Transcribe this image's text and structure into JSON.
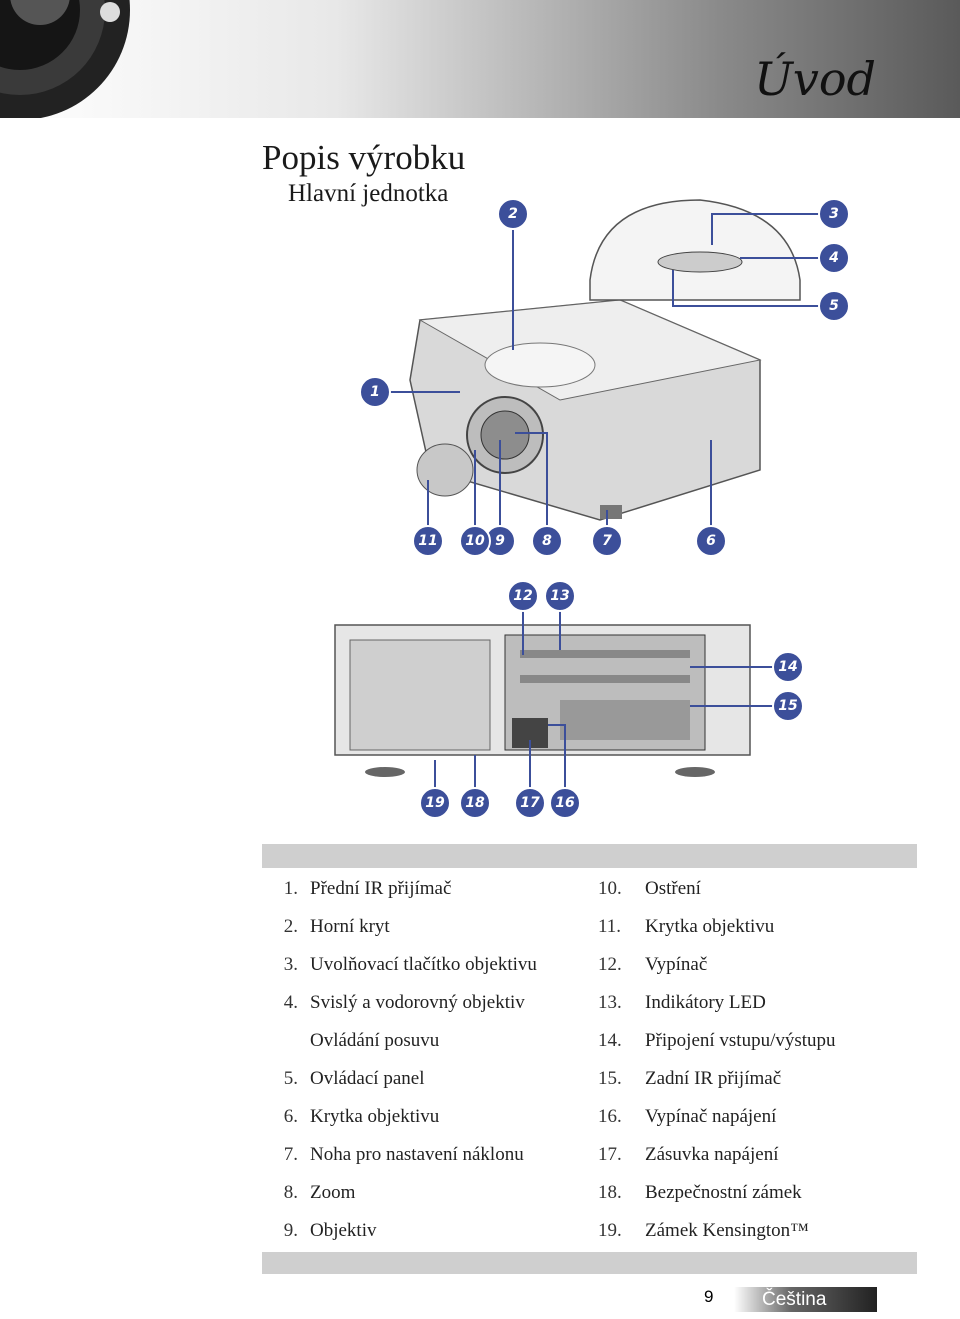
{
  "header": {
    "section_title": "Úvod"
  },
  "page": {
    "title": "Popis výrobku",
    "subtitle": "Hlavní jednotka"
  },
  "callouts_top": [
    "1",
    "2",
    "3",
    "4",
    "5",
    "6",
    "7",
    "8",
    "9",
    "10",
    "11"
  ],
  "callouts_bottom": [
    "12",
    "13",
    "14",
    "15",
    "16",
    "17",
    "18",
    "19"
  ],
  "legend_left": [
    {
      "num": "1.",
      "text": "Přední IR přijímač"
    },
    {
      "num": "2.",
      "text": "Horní kryt"
    },
    {
      "num": "3.",
      "text": "Uvolňovací tlačítko objektivu"
    },
    {
      "num": "4.",
      "text": "Svislý a vodorovný objektiv"
    },
    {
      "num": "",
      "text": "Ovládání posuvu"
    },
    {
      "num": "5.",
      "text": "Ovládací panel"
    },
    {
      "num": "6.",
      "text": "Krytka objektivu"
    },
    {
      "num": "7.",
      "text": "Noha pro nastavení náklonu"
    },
    {
      "num": "8.",
      "text": "Zoom"
    },
    {
      "num": "9.",
      "text": "Objektiv"
    }
  ],
  "legend_right": [
    {
      "num": "10.",
      "text": "Ostření"
    },
    {
      "num": "11.",
      "text": "Krytka objektivu"
    },
    {
      "num": "12.",
      "text": "Vypínač"
    },
    {
      "num": "13.",
      "text": "Indikátory LED"
    },
    {
      "num": "14.",
      "text": "Připojení vstupu/výstupu"
    },
    {
      "num": "15.",
      "text": "Zadní IR přijímač"
    },
    {
      "num": "16.",
      "text": "Vypínač napájení"
    },
    {
      "num": "17.",
      "text": "Zásuvka napájení"
    },
    {
      "num": "18.",
      "text": "Bezpečnostní zámek"
    },
    {
      "num": "19.",
      "text": "Zámek Kensington™"
    }
  ],
  "footer": {
    "page_number": "9",
    "language": "Čeština"
  },
  "colors": {
    "callout": "#3c4f9a",
    "bar": "#cfcfcf"
  }
}
